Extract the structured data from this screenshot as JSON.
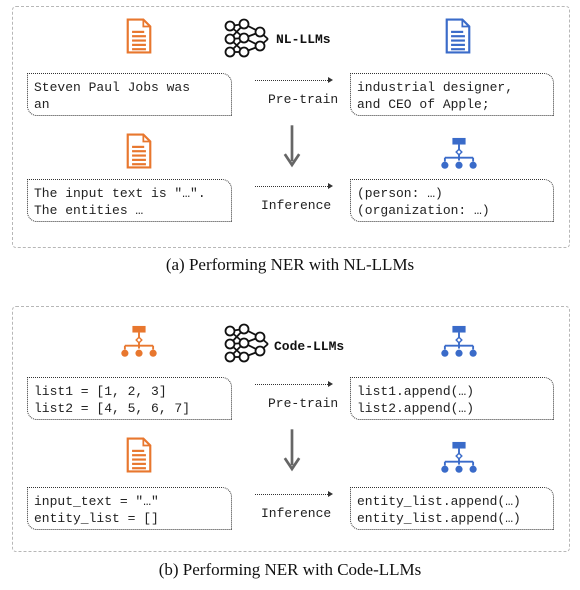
{
  "panel_a": {
    "model_label": "NL-LLMs",
    "pretrain_input": "Steven Paul Jobs was\nan",
    "pretrain_output": "industrial designer,\nand CEO of Apple;",
    "pretrain_label": "Pre-train",
    "infer_input": "The input text is \"…\".\nThe entities …",
    "infer_output": "(person: …)\n(organization: …)",
    "infer_label": "Inference",
    "caption": "(a)  Performing NER with NL-LLMs"
  },
  "panel_b": {
    "model_label": "Code-LLMs",
    "pretrain_input": "list1 = [1, 2, 3]\nlist2 = [4, 5, 6, 7]",
    "pretrain_output": "list1.append(…)\nlist2.append(…)",
    "pretrain_label": "Pre-train",
    "infer_input": "input_text = \"…\"\nentity_list = []",
    "infer_output": "entity_list.append(…)\nentity_list.append(…)",
    "infer_label": "Inference",
    "caption": "(b)  Performing NER with Code-LLMs"
  },
  "colors": {
    "orange": "#e8772e",
    "blue": "#3a6bc9",
    "text": "#222222"
  },
  "icons": [
    "document-icon",
    "tree-structure-icon",
    "neural-network-icon",
    "down-arrow-icon"
  ]
}
